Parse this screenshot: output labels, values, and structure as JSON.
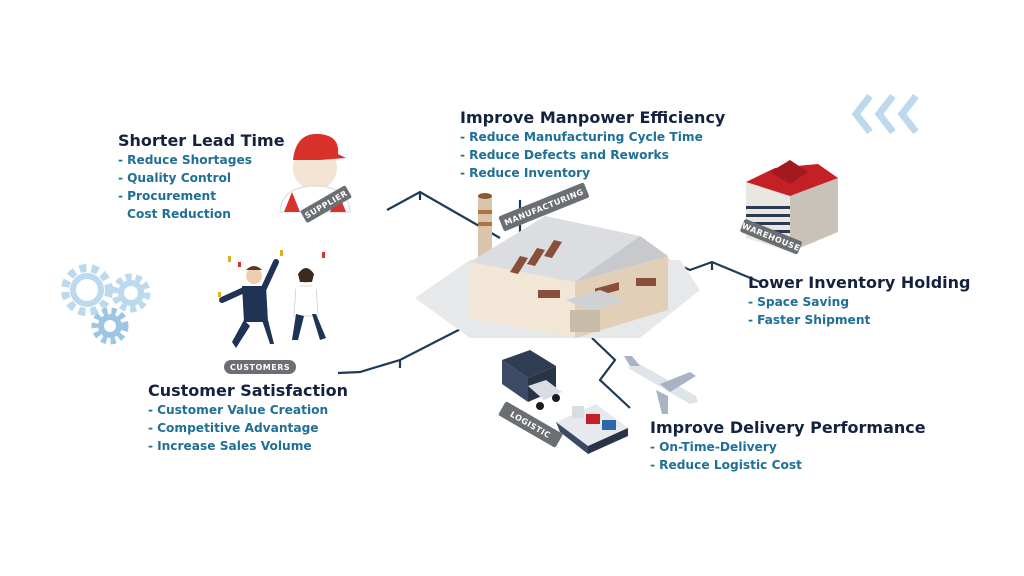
{
  "sections": {
    "supplier": {
      "title": "Shorter Lead Time",
      "items": [
        "Reduce Shortages",
        "Quality Control",
        "Procurement",
        "Cost Reduction"
      ]
    },
    "manufacturing": {
      "title": "Improve Manpower Efficiency",
      "items": [
        "Reduce Manufacturing Cycle Time",
        "Reduce Defects and Reworks",
        "Reduce Inventory"
      ]
    },
    "warehouse": {
      "title": "Lower Inventory Holding",
      "items": [
        "Space Saving",
        "Faster Shipment"
      ]
    },
    "customers": {
      "title": "Customer Satisfaction",
      "items": [
        "Customer Value Creation",
        "Competitive Advantage",
        "Increase Sales Volume"
      ]
    },
    "logistic": {
      "title": "Improve Delivery Performance",
      "items": [
        "On-Time-Delivery",
        "Reduce Logistic Cost"
      ]
    }
  },
  "labels": {
    "supplier": "SUPPLIER",
    "manufacturing": "MANUFACTURING",
    "warehouse": "WAREHOUSE",
    "customers": "CUSTOMERS",
    "logistic": "LOGISTIC"
  },
  "colors": {
    "title": "#13233f",
    "item": "#1f6f96",
    "connector": "#1e3a56",
    "label_badge": "#6b6e72",
    "accent_light": "#bcd9ee",
    "roof_red": "#c42127"
  },
  "icons": [
    "gear-icon",
    "chevron-left-icon",
    "worker-icon",
    "factory-icon",
    "warehouse-icon",
    "people-icon",
    "truck-icon",
    "ship-icon",
    "airplane-icon"
  ]
}
